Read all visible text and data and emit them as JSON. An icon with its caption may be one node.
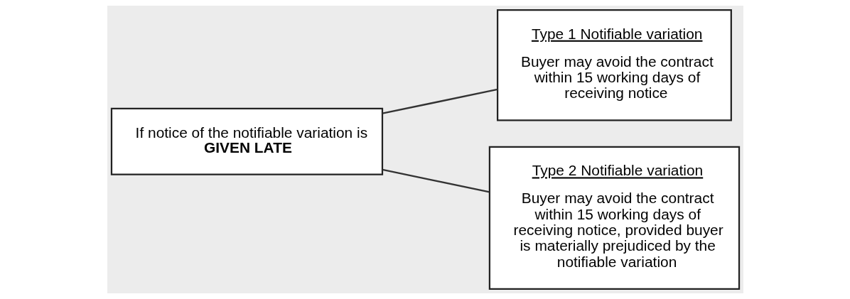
{
  "diagram": {
    "nodes": [
      {
        "text": [
          "If notice of the notifiable variation is **GIVEN LATE**"
        ]
      },
      {
        "text": [
          "Type 1 Notifiable variation",
          "Buyer may avoid the contract within 15 working days of receiving notice"
        ]
      },
      {
        "text": [
          "Type 2 Notifiable variation",
          "Buyer may avoid the contract within 15 working days of receiving notice, provided buyer is materially prejudiced by the notifiable variation"
        ]
      }
    ],
    "edges": [
      {
        "from": 0,
        "to": 1,
        "arrow": "none"
      },
      {
        "from": 0,
        "to": 2,
        "arrow": "none"
      }
    ]
  }
}
